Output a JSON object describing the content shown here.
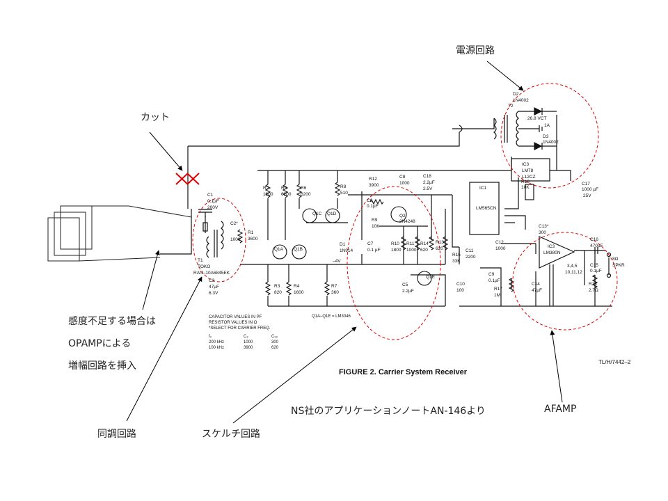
{
  "annotations": {
    "power_circuit": "電源回路",
    "cut": "カット",
    "low_sensitivity": [
      "感度不足する場合は",
      "OPAMPによる",
      "増幅回路を挿入"
    ],
    "tuning_circuit": "同調回路",
    "squelch_circuit": "スケルチ回路",
    "source_note": "NS社のアプリケーションノートAN-146より",
    "af_amp": "AFAMP"
  },
  "figure": {
    "caption": "FIGURE 2. Carrier System Receiver",
    "doc_id": "TL/H/7442–2",
    "ic_note": "Q1A–Q1E = LM3046"
  },
  "cap_table": {
    "notes": [
      "CAPACITOR VALUES IN PF",
      "RESISTOR VALUES IN Ω",
      "*SELECT FOR CARRIER FREQ."
    ],
    "headers": [
      "f₀",
      "C₂",
      "C₁₃"
    ],
    "rows": [
      [
        "200 kHz",
        "1000",
        "300"
      ],
      [
        "100 kHz",
        "3900",
        "620"
      ]
    ]
  },
  "components": {
    "D2": "D2",
    "D2v": "1N4002",
    "T2": "T2",
    "T2v": "26.8 VCT",
    "T2a": "1A",
    "D3": "D3",
    "D3v": "1N4002",
    "IC3reg": "IC3",
    "IC3regv1": "LM78",
    "IC3regv2": "L12CZ",
    "C17": "C17",
    "C17v1": "1000 µF",
    "C17v2": "25V",
    "R16": "R16",
    "R16v": "10K",
    "IC1": "IC1",
    "IC1v": "LM565CN",
    "C18": "C18",
    "C18v1": "2.2µF",
    "C18v2": "2.5V",
    "R12": "R12",
    "R12v": "3900",
    "C8": "C8",
    "C8v": "1000",
    "C1": "C1",
    "C1v1": "0.1µF",
    "C1v2": "200V",
    "R2": "R2",
    "R2v": "1200",
    "R5": "R5",
    "R5v": "6200",
    "R6": "R6",
    "R6v": "6200",
    "R8": "R8",
    "R8v": "510",
    "Q1C": "Q1C",
    "Q1D": "Q1D",
    "C6": "C6",
    "C6v": "0.1µF",
    "R9": "R9",
    "R9v": "10K",
    "Q2": "Q2",
    "Q2v": "2N4248",
    "C2": "C2*",
    "C2v": "1000",
    "R1": "R1",
    "R1v": "3600",
    "Q1A": "Q1A",
    "Q1B": "Q1B",
    "D1": "D1",
    "D1v": "1N914",
    "C7": "C7",
    "C7v": "0.1 µF",
    "R10": "R10",
    "R10v": "1800",
    "R11": "R11",
    "R11v": "1000",
    "R14": "R14",
    "R14v": "620",
    "R13": "R13",
    "R13v": "620",
    "R15": "R15",
    "R15v": "33K",
    "C11": "C11",
    "C11v": "2200",
    "C12": "C12",
    "C12v": "1000",
    "C13": "C13*",
    "C13v": "300",
    "T1": "T1",
    "T1v1": "TOKO",
    "T1v2": "RAN–10A6845EK",
    "C3": "C3",
    "C3v1": "47µF",
    "C3v2": "6.3V",
    "R3": "R3",
    "R3v": "820",
    "R4": "R4",
    "R4v": "1600",
    "R7": "R7",
    "R7v": "360",
    "m4v": "–4V",
    "C5": "C5",
    "C5v": "2.2µF",
    "Q1E": "Q1E",
    "C10": "C10",
    "C10v": "100",
    "C9": "C9",
    "C9v": "0.1µF",
    "R17": "R17",
    "R17v": "1M",
    "IC3amp": "IC3",
    "IC3ampv": "LM380N",
    "C14": "C14",
    "C14v": "47µF",
    "C16": "C16",
    "C16v": "470µF",
    "C15": "C15",
    "C15v": "0.1µF",
    "R18": "R18",
    "R18v": "2.7Ω",
    "spkr1": "8Ω",
    "spkr2": "SPKR",
    "pins345": "3,4,5",
    "pins1012": "10,11,12"
  }
}
